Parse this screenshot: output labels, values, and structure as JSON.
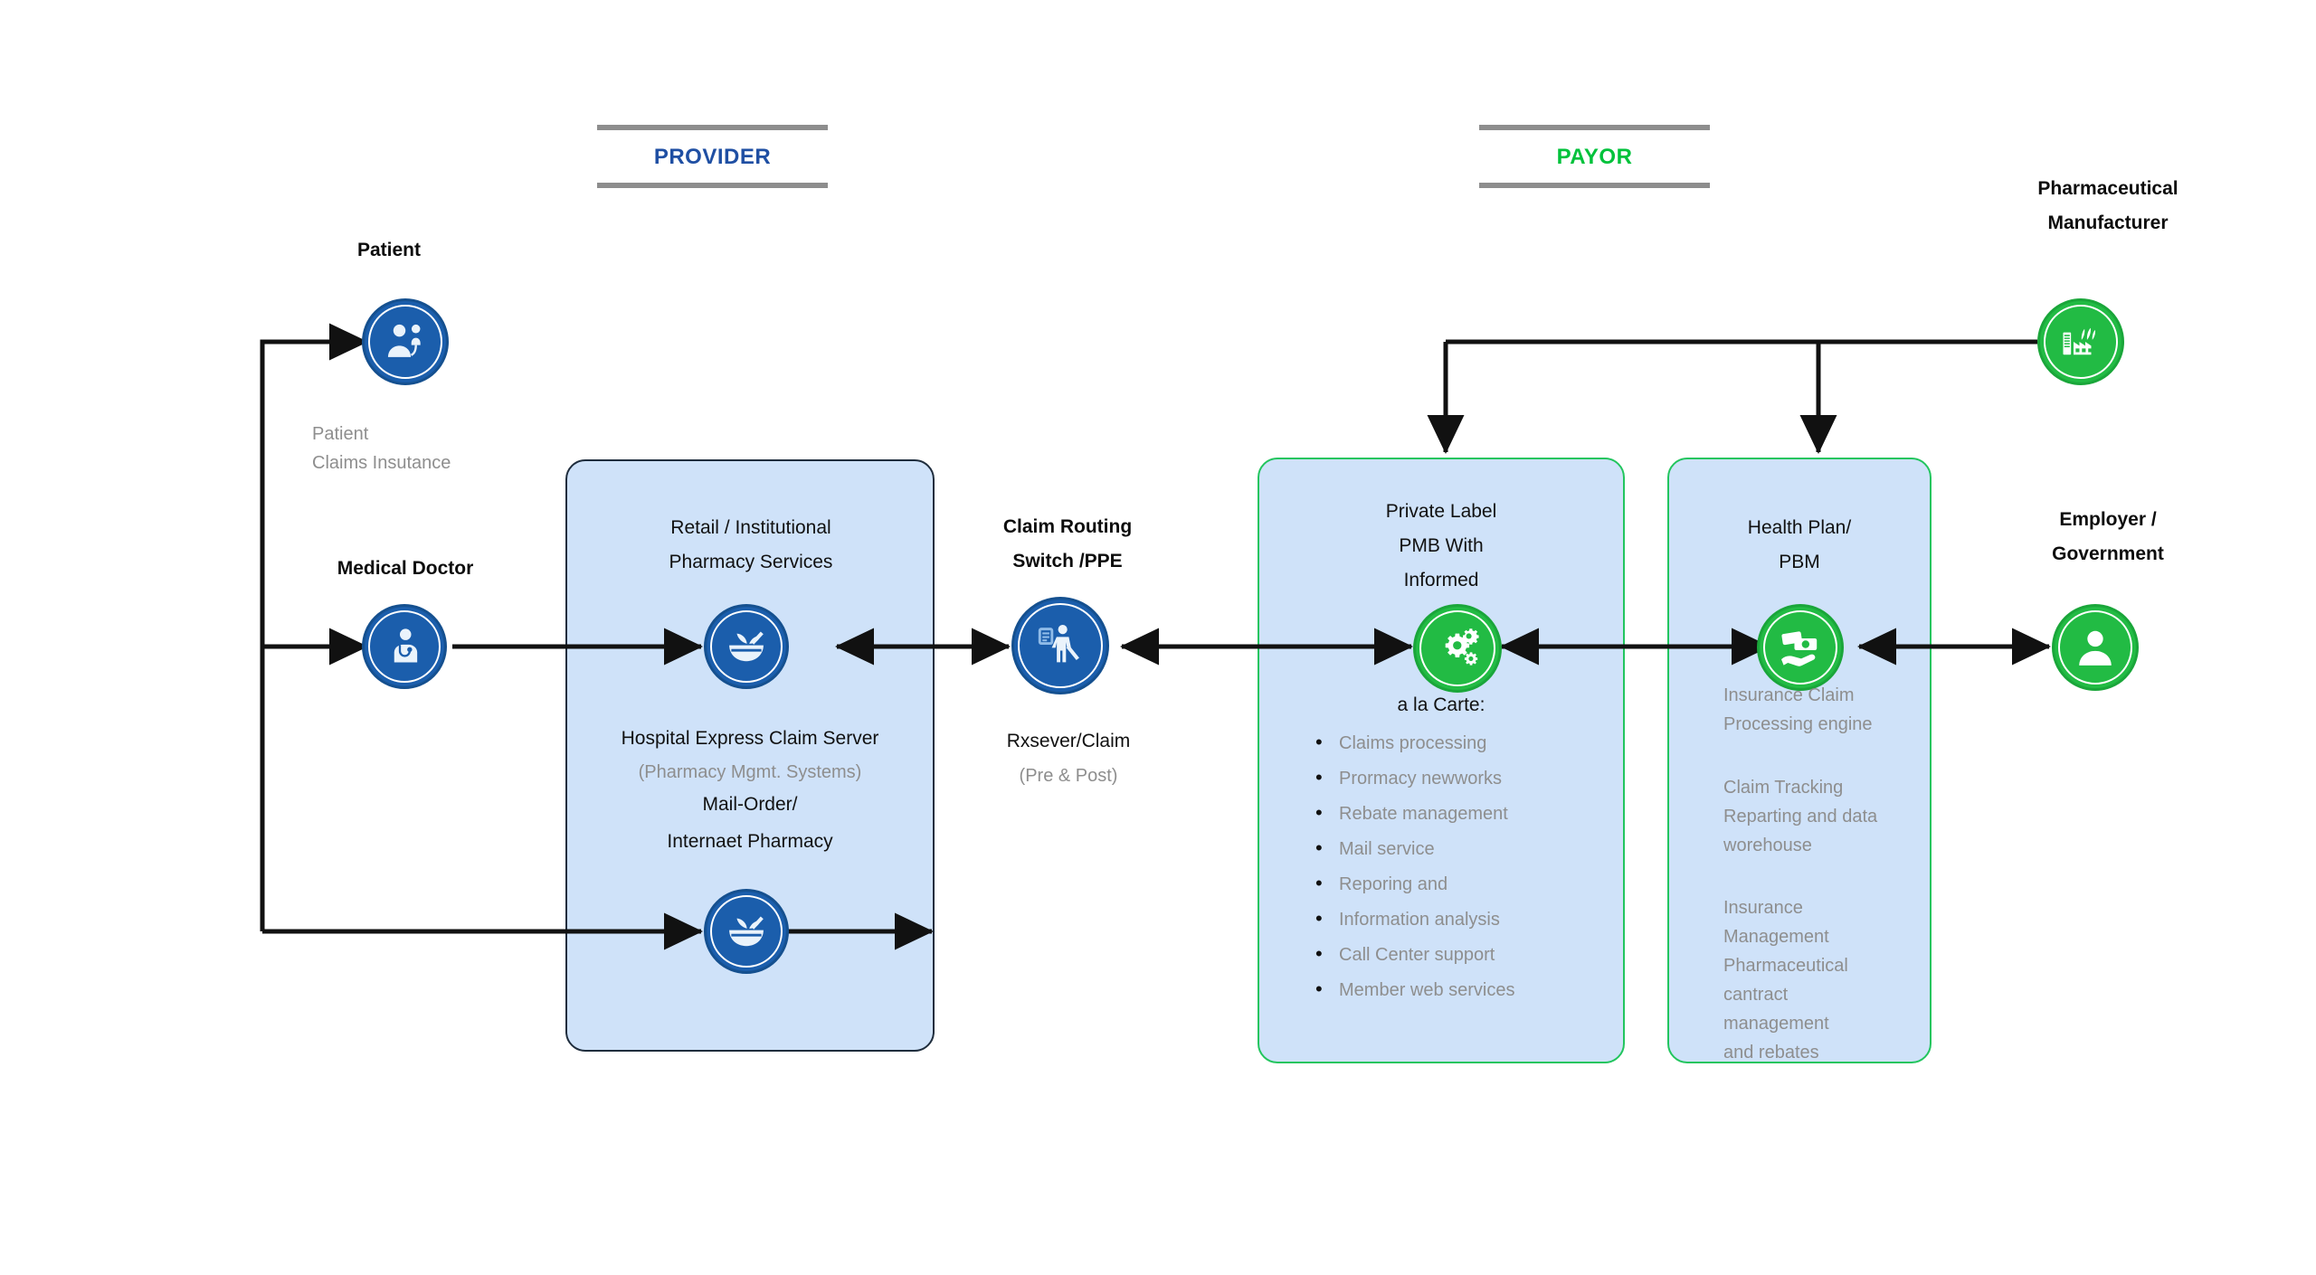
{
  "sections": [
    {
      "id": "provider",
      "label": "PROVIDER",
      "color": "#1f4fa3"
    },
    {
      "id": "payor",
      "label": "PAYOR",
      "color": "#00c23b"
    }
  ],
  "actors": {
    "patient": {
      "title": "Patient",
      "icon": "patient-icon",
      "note": "Patient\nClaims Insutance",
      "note_line1": "Patient",
      "note_line2": "Claims Insutance"
    },
    "medical_doctor": {
      "title": "Medical Doctor",
      "icon": "doctor-icon"
    },
    "pharmaceutical_manufacturer": {
      "title_line1": "Pharmaceutical",
      "title_line2": "Manufacturer",
      "icon": "factory-icon"
    },
    "employer_government": {
      "title_line1": "Employer /",
      "title_line2": "Government",
      "icon": "person-icon"
    }
  },
  "provider_panel": {
    "heading_line1": "Retail / Institutional",
    "heading_line2": "Pharmacy Services",
    "icon_top": "mortar-pestle-icon",
    "sub_line1": "Hospital Express Claim Server",
    "sub_line2": "(Pharmacy Mgmt. Systems)",
    "sub_line3": "Mail-Order/",
    "sub_line4": "Internaet Pharmacy",
    "icon_bottom": "mortar-pestle-icon"
  },
  "switch_node": {
    "title_line1": "Claim Routing",
    "title_line2": "Switch /PPE",
    "icon": "claim-inspector-icon",
    "sub_line1": "Rxsever/Claim",
    "sub_line2": "(Pre & Post)"
  },
  "pmb_panel": {
    "heading_line1": "Private Label",
    "heading_line2": "PMB With",
    "heading_line3": "Informed",
    "icon": "gears-icon",
    "list_title": "a la Carte:",
    "items": [
      "Claims processing",
      "Prormacy newworks",
      "Rebate management",
      "Mail service",
      "Reporing and",
      "Information analysis",
      "Call Center support",
      "Member web services"
    ]
  },
  "health_plan_panel": {
    "heading_line1": "Health Plan/",
    "heading_line2": "PBM",
    "icon": "money-hand-icon",
    "block1_line1": "Insurance Claim",
    "block1_line2": "Processing engine",
    "block2_line1": "Claim Tracking",
    "block2_line2": "Reparting and data",
    "block2_line3": "worehouse",
    "block3_line1": "Insurance",
    "block3_line2": "Management",
    "block3_line3": "Pharmaceutical",
    "block3_line4": "cantract",
    "block3_line5": "management",
    "block3_line6": "and rebates"
  },
  "colors": {
    "panel_fill": "#cfe2f9",
    "panel_border_blue": "#1f2d3d",
    "panel_border_green": "#22c55e",
    "node_blue": "#1b5eac",
    "node_green": "#22bb44",
    "provider_label": "#1f4fa3",
    "payor_label": "#00c23b",
    "muted_text": "#8e8e8e",
    "connector": "#111111",
    "rule": "#8d8d8d"
  }
}
